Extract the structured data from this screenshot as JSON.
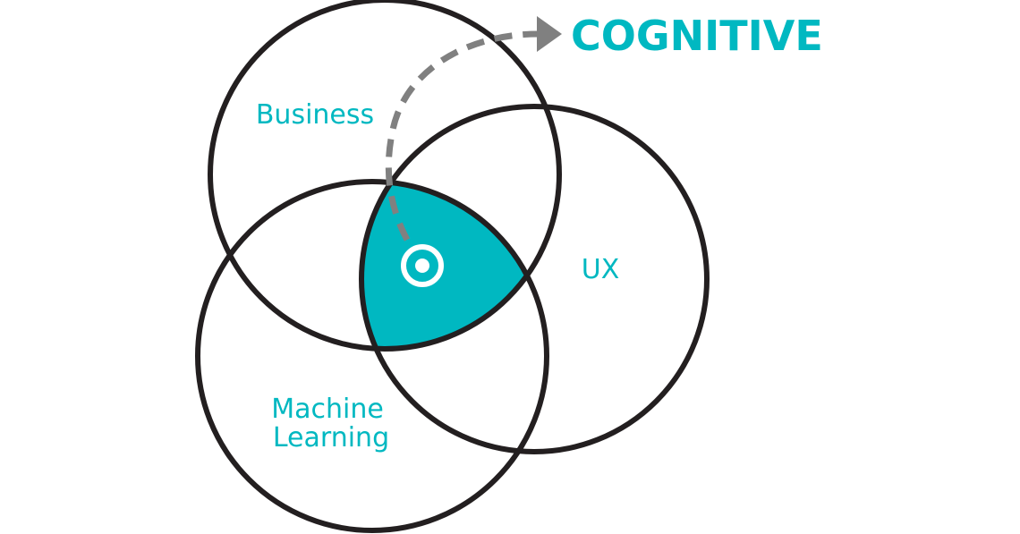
{
  "diagram": {
    "type": "venn",
    "sets": {
      "business": "Business",
      "ux": "UX",
      "machine_learning_line1": "Machine",
      "machine_learning_line2": "Learning"
    },
    "intersection_result": "COGNITIVE"
  },
  "colors": {
    "accent": "#00b8c1",
    "outline": "#231f20",
    "arrow": "#808080",
    "background": "#ffffff"
  },
  "icons": {
    "center_marker": "target-icon",
    "arrow": "dashed-arrow-icon"
  }
}
